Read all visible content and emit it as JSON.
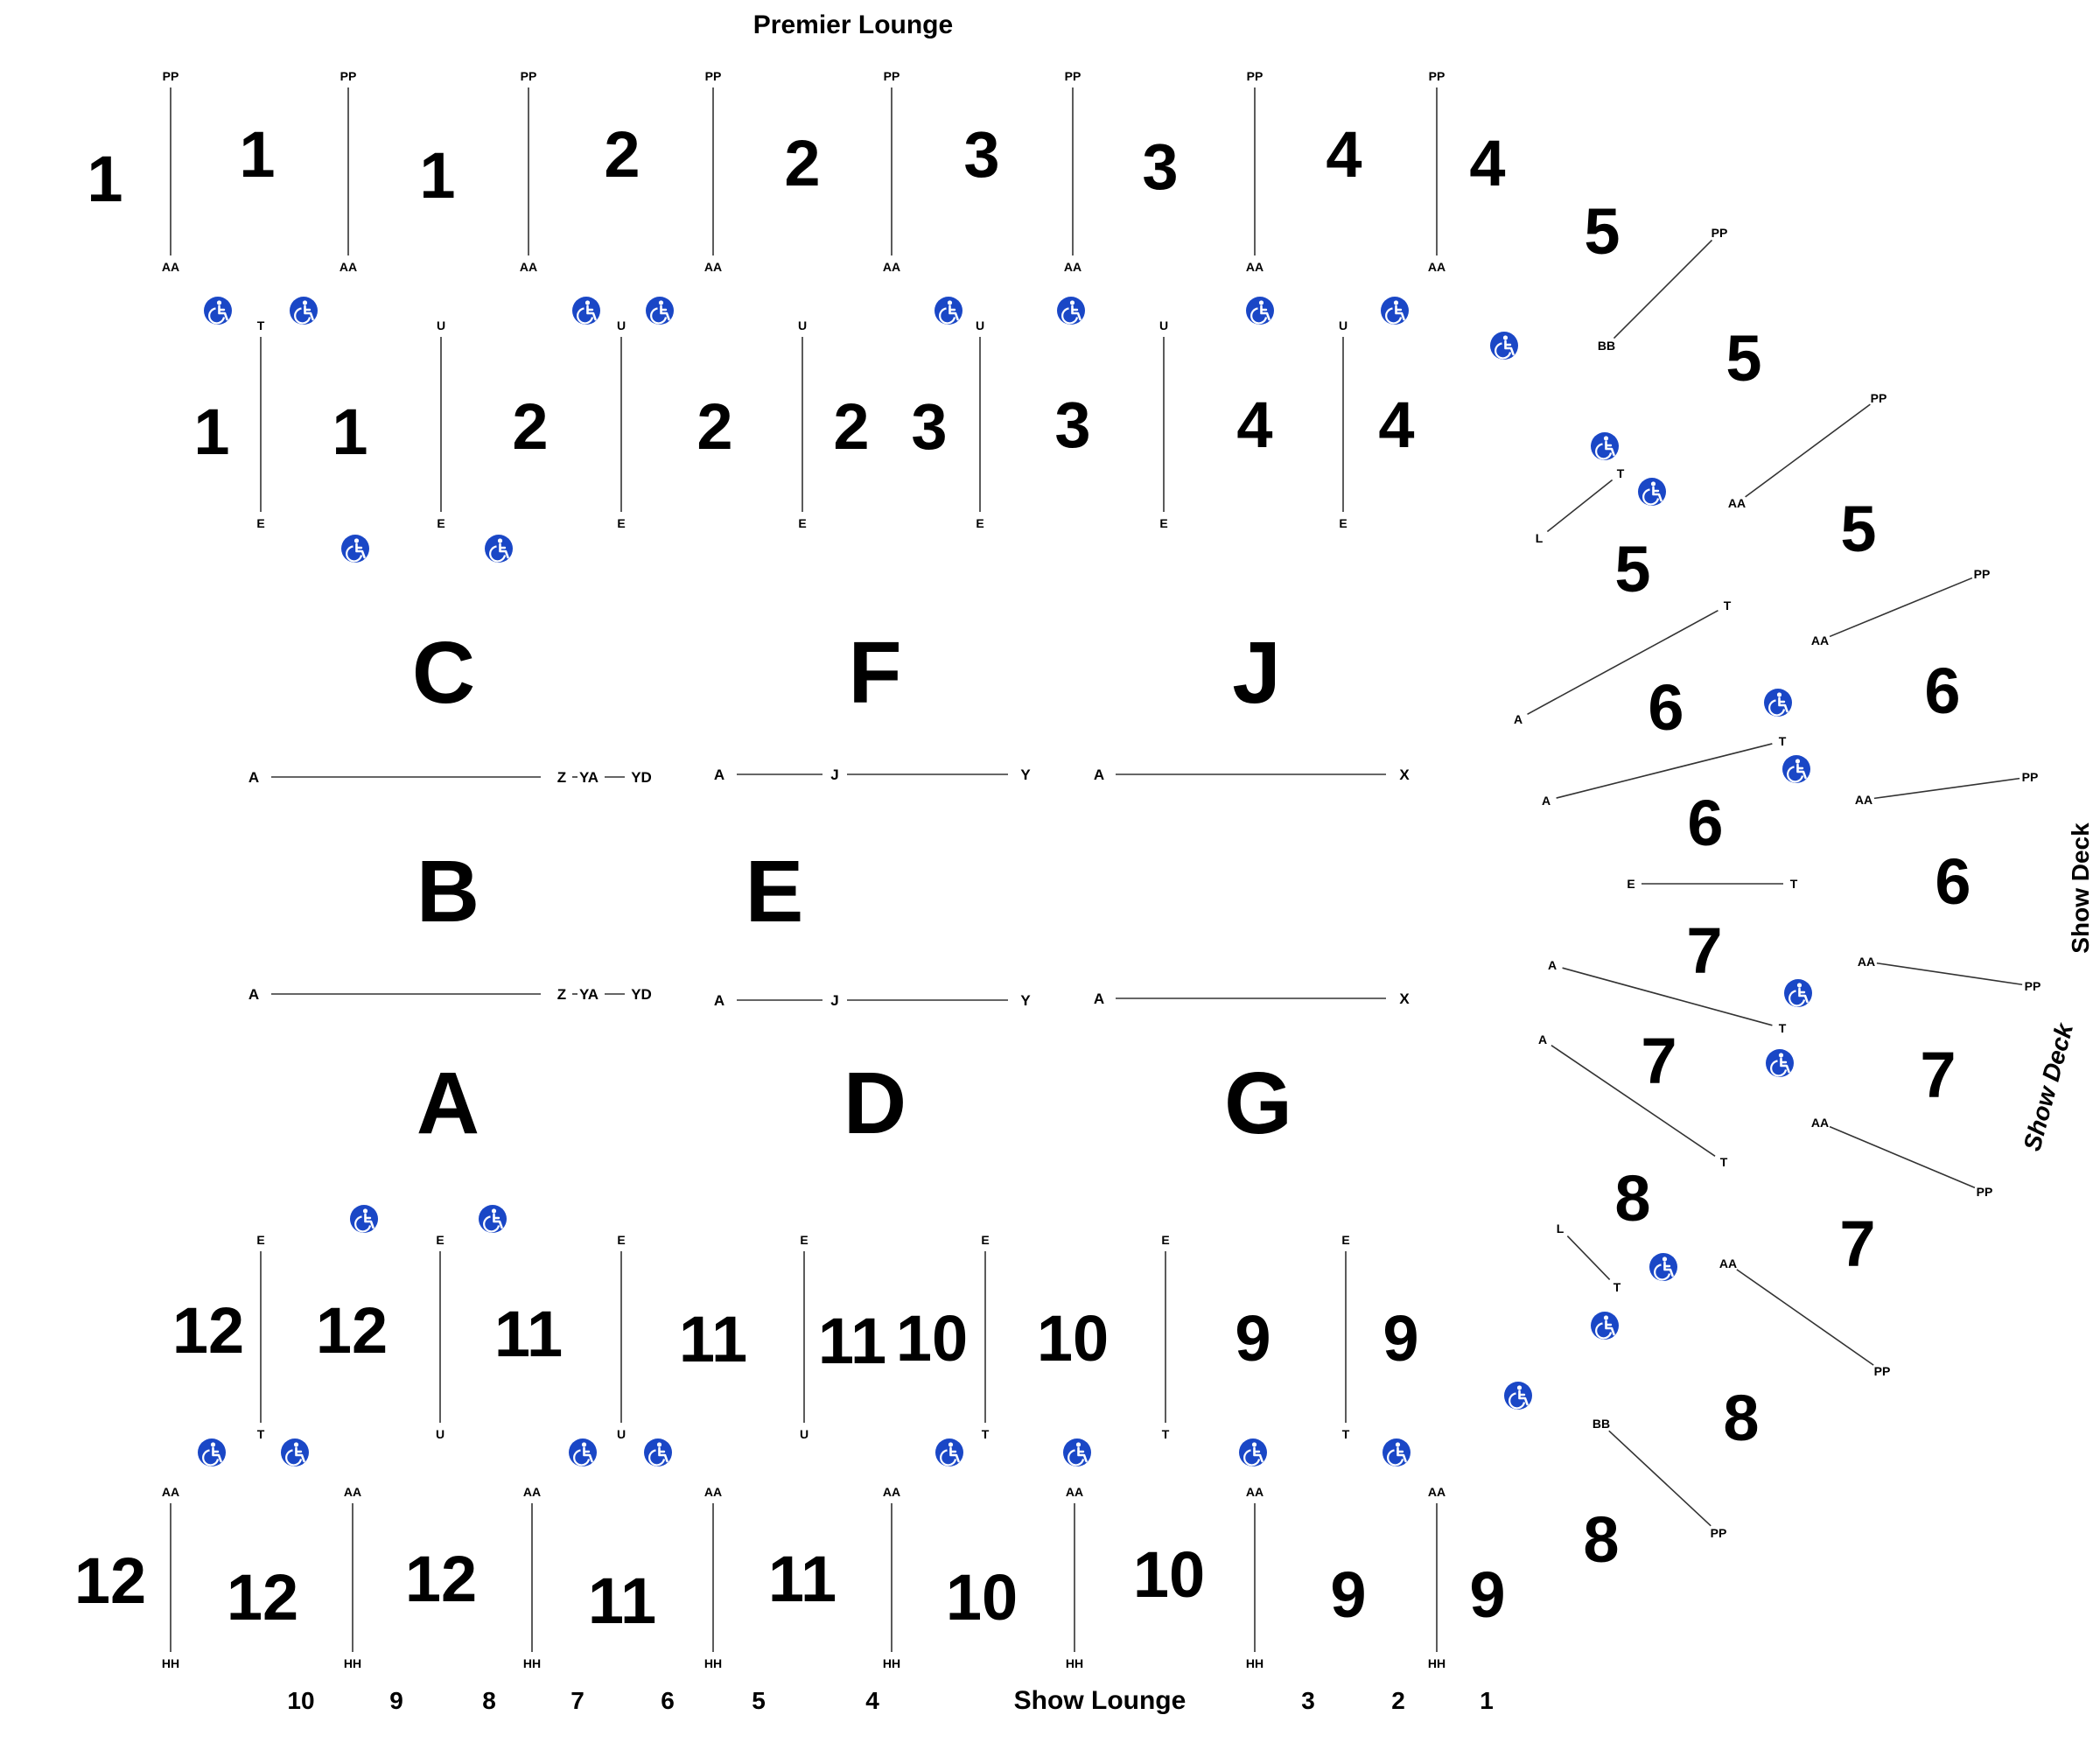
{
  "title": "Premier Lounge",
  "bottom_title": "Show Lounge",
  "side_label_1": "Show Deck",
  "side_label_2": "Show Deck",
  "icons": {
    "accessible": "wheelchair-icon",
    "accessible_color": "#1a47c6"
  },
  "big_sections": [
    "C",
    "F",
    "J",
    "B",
    "E",
    "A",
    "D",
    "G"
  ],
  "top_row1": {
    "sections": [
      "1",
      "1",
      "1",
      "2",
      "2",
      "3",
      "3",
      "4",
      "4"
    ],
    "dividers": [
      {
        "top": "PP",
        "bottom": "AA"
      },
      {
        "top": "PP",
        "bottom": "AA"
      },
      {
        "top": "PP",
        "bottom": "AA"
      },
      {
        "top": "PP",
        "bottom": "AA"
      },
      {
        "top": "PP",
        "bottom": "AA"
      },
      {
        "top": "PP",
        "bottom": "AA"
      },
      {
        "top": "PP",
        "bottom": "AA"
      },
      {
        "top": "PP",
        "bottom": "AA"
      }
    ]
  },
  "top_row2": {
    "sections": [
      "1",
      "1",
      "2",
      "2",
      "2",
      "3",
      "3",
      "4",
      "4"
    ],
    "dividers": [
      {
        "top": "T",
        "bottom": "E"
      },
      {
        "top": "U",
        "bottom": "E"
      },
      {
        "top": "U",
        "bottom": "E"
      },
      {
        "top": "U",
        "bottom": "E"
      },
      {
        "top": "U",
        "bottom": "E"
      },
      {
        "top": "U",
        "bottom": "E"
      },
      {
        "top": "U",
        "bottom": "E"
      }
    ]
  },
  "middle_rows": [
    {
      "segments": [
        {
          "left": "A",
          "right": "Z",
          "extra1": "YA",
          "extra2": "YD"
        },
        {
          "left": "A",
          "mid": "J",
          "right": "Y"
        },
        {
          "left": "A",
          "right": "X"
        }
      ]
    },
    {
      "segments": [
        {
          "left": "A",
          "right": "Z",
          "extra1": "YA",
          "extra2": "YD"
        },
        {
          "left": "A",
          "mid": "J",
          "right": "Y"
        },
        {
          "left": "A",
          "right": "X"
        }
      ]
    }
  ],
  "bottom_row1": {
    "sections": [
      "12",
      "12",
      "11",
      "11",
      "11",
      "10",
      "10",
      "9",
      "9"
    ],
    "dividers": [
      {
        "top": "E",
        "bottom": "T"
      },
      {
        "top": "E",
        "bottom": "U"
      },
      {
        "top": "E",
        "bottom": "U"
      },
      {
        "top": "E",
        "bottom": "U"
      },
      {
        "top": "E",
        "bottom": "T"
      },
      {
        "top": "E",
        "bottom": "T"
      },
      {
        "top": "E",
        "bottom": "T"
      }
    ]
  },
  "bottom_row2": {
    "sections": [
      "12",
      "12",
      "12",
      "11",
      "11",
      "10",
      "10",
      "9",
      "9"
    ],
    "dividers": [
      {
        "top": "AA",
        "bottom": "HH"
      },
      {
        "top": "AA",
        "bottom": "HH"
      },
      {
        "top": "AA",
        "bottom": "HH"
      },
      {
        "top": "AA",
        "bottom": "HH"
      },
      {
        "top": "AA",
        "bottom": "HH"
      },
      {
        "top": "AA",
        "bottom": "HH"
      },
      {
        "top": "AA",
        "bottom": "HH"
      },
      {
        "top": "AA",
        "bottom": "HH"
      }
    ]
  },
  "bottom_numbers": [
    "10",
    "9",
    "8",
    "7",
    "6",
    "5",
    "4",
    "3",
    "2",
    "1"
  ],
  "right_sections": [
    "5",
    "5",
    "5",
    "5",
    "6",
    "6",
    "6",
    "6",
    "7",
    "7",
    "7",
    "7",
    "8",
    "8",
    "8"
  ],
  "right_lines": [
    {
      "a": "PP",
      "b": "BB"
    },
    {
      "a": "PP",
      "b": "AA"
    },
    {
      "a": "T",
      "b": "L"
    },
    {
      "a": "PP",
      "b": "AA"
    },
    {
      "a": "T",
      "b": "A"
    },
    {
      "a": "T",
      "b": "A"
    },
    {
      "a": "PP",
      "b": "AA"
    },
    {
      "a": "E",
      "b": "T"
    },
    {
      "a": "A",
      "b": "T"
    },
    {
      "a": "AA",
      "b": "PP"
    },
    {
      "a": "A",
      "b": "T"
    },
    {
      "a": "AA",
      "b": "PP"
    },
    {
      "a": "L",
      "b": "T"
    },
    {
      "a": "AA",
      "b": "PP"
    },
    {
      "a": "BB",
      "b": "PP"
    }
  ]
}
